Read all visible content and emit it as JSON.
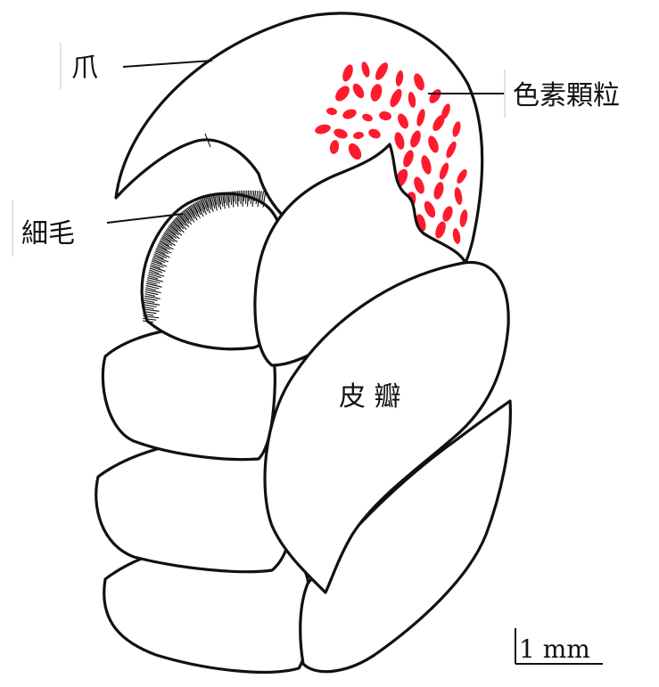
{
  "labels": {
    "claw": "爪",
    "pigment": "色素顆粒",
    "setae": "細毛",
    "lobe": "皮 瓣"
  },
  "scale_bar": {
    "label": "1 mm"
  },
  "colors": {
    "pigment": "#ff1a2e",
    "outline": "#111111",
    "background": "#ffffff"
  }
}
